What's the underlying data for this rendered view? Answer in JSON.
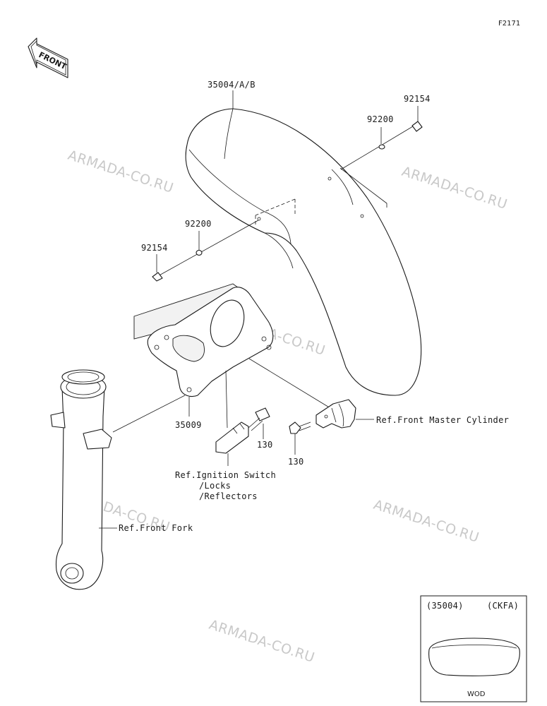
{
  "figure_code": "F2171",
  "front_badge": "FRONT",
  "callouts": {
    "fender": "35004/A/B",
    "bolt_upper": "92154",
    "washer_upper": "92200",
    "washer_lower": "92200",
    "bolt_lower": "92154",
    "bracket": "35009",
    "bolt_130_a": "130",
    "bolt_130_b": "130"
  },
  "references": {
    "master_cylinder": "Ref.Front Master Cylinder",
    "ignition_line1": "Ref.Ignition Switch",
    "ignition_line2": "/Locks",
    "ignition_line3": "/Reflectors",
    "front_fork": "Ref.Front Fork"
  },
  "watermarks": [
    "ARMADA-CO.RU",
    "ARMADA-CO.RU",
    "ARMADA-CO.RU",
    "ARMADA-CO.RU",
    "ARMADA-CO.RU",
    "ARMADA-CO.RU"
  ],
  "inset": {
    "part_number": "(35004)",
    "variant": "(CKFA)",
    "color_code": "WOD"
  }
}
